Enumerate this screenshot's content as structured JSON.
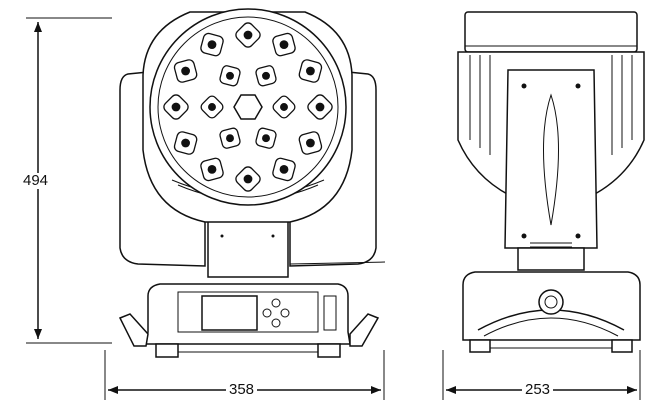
{
  "drawing": {
    "dimensions": {
      "height": "494",
      "front_width": "358",
      "side_width": "253"
    }
  }
}
